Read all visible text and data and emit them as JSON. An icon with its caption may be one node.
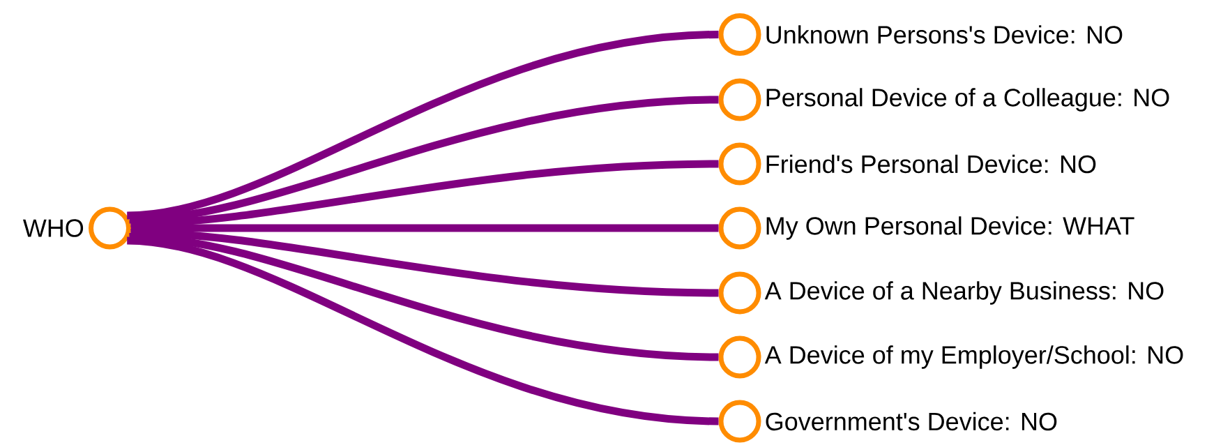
{
  "diagram": {
    "nodes": [
      {
        "text": [
          "WHO"
        ]
      },
      {
        "text": [
          "Unknown Persons's Device: NO"
        ]
      },
      {
        "text": [
          "Personal Device of a Colleague: NO"
        ]
      },
      {
        "text": [
          "Friend's Personal Device: NO"
        ]
      },
      {
        "text": [
          "My Own Personal Device: WHAT"
        ]
      },
      {
        "text": [
          "A Device of a Nearby Business: NO"
        ]
      },
      {
        "text": [
          "A Device of my Employer/School: NO"
        ]
      },
      {
        "text": [
          "Government's Device: NO"
        ]
      }
    ],
    "edges": [
      {
        "from": 0,
        "to": 1,
        "arrow": "none"
      },
      {
        "from": 0,
        "to": 2,
        "arrow": "none"
      },
      {
        "from": 0,
        "to": 3,
        "arrow": "none"
      },
      {
        "from": 0,
        "to": 4,
        "arrow": "none"
      },
      {
        "from": 0,
        "to": 5,
        "arrow": "none"
      },
      {
        "from": 0,
        "to": 6,
        "arrow": "none"
      },
      {
        "from": 0,
        "to": 7,
        "arrow": "none"
      }
    ]
  }
}
